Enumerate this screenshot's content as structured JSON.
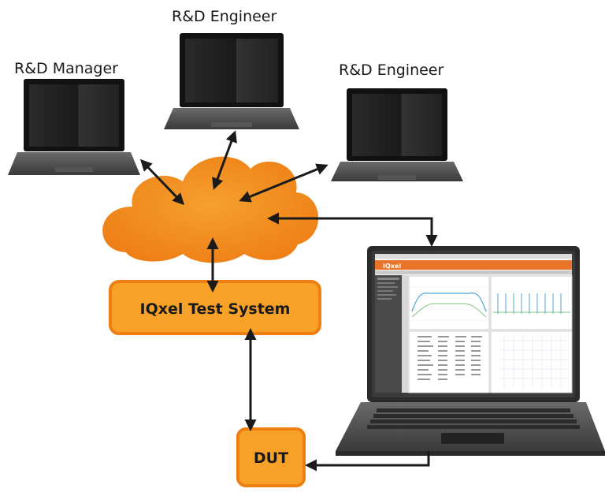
{
  "nodes": {
    "manager_label": "R&D Manager",
    "engineer_top_label": "R&D Engineer",
    "engineer_right_label": "R&D Engineer",
    "test_system_label": "IQxel Test System",
    "dut_label": "DUT"
  },
  "software": {
    "brand": "IQxel"
  },
  "colors": {
    "cloud": "#f28a1f",
    "box_fill": "#f7a128",
    "box_border": "#ef7f12",
    "arrow": "#1a1a1a",
    "screen_bar": "#e8742a"
  }
}
